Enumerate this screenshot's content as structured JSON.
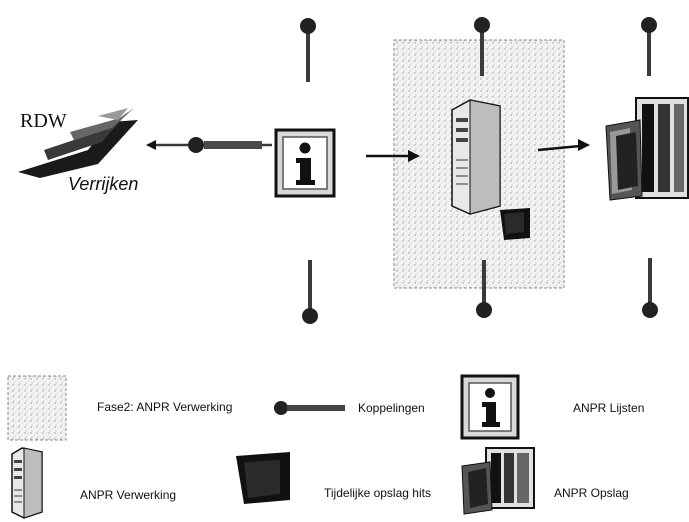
{
  "diagram": {
    "source": {
      "title": "RDW",
      "subtitle": "Verrijken",
      "icon": "rdw-logo"
    },
    "nodes": [
      {
        "id": "anpr-lijsten",
        "icon": "info-icon"
      },
      {
        "id": "anpr-verwerking",
        "icon": "server-icon",
        "region": "fase2"
      },
      {
        "id": "anpr-opslag",
        "icon": "archive-icon"
      }
    ],
    "edges": [
      {
        "from": "anpr-lijsten",
        "to": "rdw",
        "type": "koppeling"
      },
      {
        "from": "anpr-lijsten",
        "to": "anpr-verwerking",
        "type": "arrow"
      },
      {
        "from": "anpr-verwerking",
        "to": "anpr-opslag",
        "type": "arrow"
      }
    ]
  },
  "legend": [
    {
      "symbol": "fase2-region-swatch",
      "label": "Fase2: ANPR Verwerking"
    },
    {
      "symbol": "koppeling-connector",
      "label": "Koppelingen"
    },
    {
      "symbol": "info-icon",
      "label": "ANPR Lijsten"
    },
    {
      "symbol": "server-icon",
      "label": "ANPR Verwerking"
    },
    {
      "symbol": "temp-storage-block",
      "label": "Tijdelijke opslag hits"
    },
    {
      "symbol": "archive-icon",
      "label": "ANPR Opslag"
    }
  ],
  "colors": {
    "ink": "#111111",
    "stipple": "#d8d8d8",
    "connector": "#3a3a3a"
  }
}
